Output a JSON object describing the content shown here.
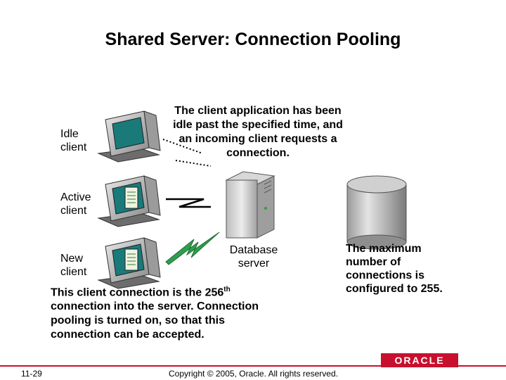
{
  "title": "Shared Server: Connection Pooling",
  "clients": {
    "idle": {
      "line1": "Idle",
      "line2": "client"
    },
    "active": {
      "line1": "Active",
      "line2": "client"
    },
    "new": {
      "line1": "New",
      "line2": "client"
    }
  },
  "callouts": {
    "top": {
      "line1": "The client application has been",
      "line2": "idle past the specified time, and",
      "line3": "an incoming client requests a",
      "line4": "connection."
    },
    "right": {
      "line1": "The maximum",
      "line2": "number of",
      "line3": "connections is",
      "line4": "configured to 255."
    },
    "bottom": {
      "line1_prefix": "This client connection is the 256",
      "line1_sup": "th",
      "line2": "connection into the server. Connection",
      "line3": "pooling is turned on, so that this",
      "line4": "connection can be accepted."
    }
  },
  "database_server": {
    "line1": "Database",
    "line2": "server"
  },
  "footer": {
    "slide_number": "11-29",
    "copyright": "Copyright © 2005, Oracle.  All rights reserved.",
    "logo_text": "ORACLE",
    "accent_color": "#c8102e"
  }
}
